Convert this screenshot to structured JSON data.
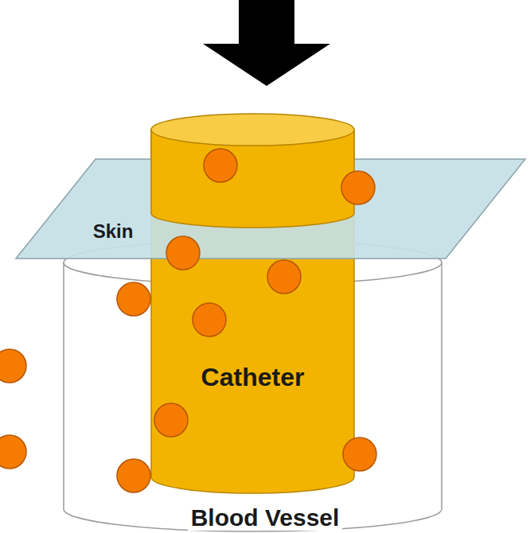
{
  "diagram": {
    "nodes": [
      {
        "text": [
          "Skin"
        ]
      },
      {
        "text": [
          "Catheter"
        ]
      },
      {
        "text": [
          "Blood Vessel"
        ]
      }
    ]
  }
}
